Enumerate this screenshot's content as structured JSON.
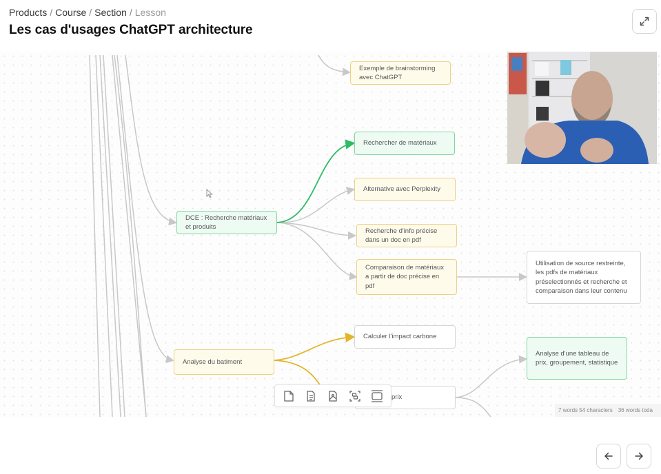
{
  "breadcrumb": {
    "items": [
      "Products",
      "Course",
      "Section"
    ],
    "current": "Lesson",
    "separator": "/"
  },
  "page_title": "Les cas d'usages ChatGPT architecture",
  "buttons": {
    "expand_icon": "expand-arrows-icon",
    "prev_icon": "arrow-left-icon",
    "next_icon": "arrow-right-icon"
  },
  "mindmap": {
    "nodes": {
      "brainstorm": "Exemple de brainstorming avec ChatGPT",
      "dce": "DCE : Recherche matériaux et produits",
      "rechercher": "Rechercher de matériaux",
      "perplexity": "Alternative avec Perplexity",
      "info_pdf": "Recherche d'info précise dans un doc en pdf",
      "comparaison": "Comparaison de matériaux a partir de doc précise en pdf",
      "source_restreinte": "Utilisation de source restreinte, les pdfs de matériaux préselectionnés et recherche et comparaison dans leur contenu",
      "analyse_batiment": "Analyse du batiment",
      "impact_carbone": "Calculer l'impact carbone",
      "prix": "prix",
      "tableau_prix": "Analyse d'une tableau de prix, groupement, statistique"
    },
    "colors": {
      "yellow_border": "#ecd08a",
      "yellow_fill": "#fffbeb",
      "green_border": "#7fd6a0",
      "green_fill": "#eefbf3",
      "green_edge": "#2dbb63",
      "yellow_edge": "#e3b52a",
      "grey_edge": "#c8c8c8"
    }
  },
  "toolbar": {
    "tools": [
      "blank-page-icon",
      "text-page-icon",
      "image-page-icon",
      "frame-select-icon",
      "slide-layout-icon"
    ]
  },
  "statusbar": {
    "words_chars": "7 words 54 characters",
    "today": "36 words toda"
  }
}
